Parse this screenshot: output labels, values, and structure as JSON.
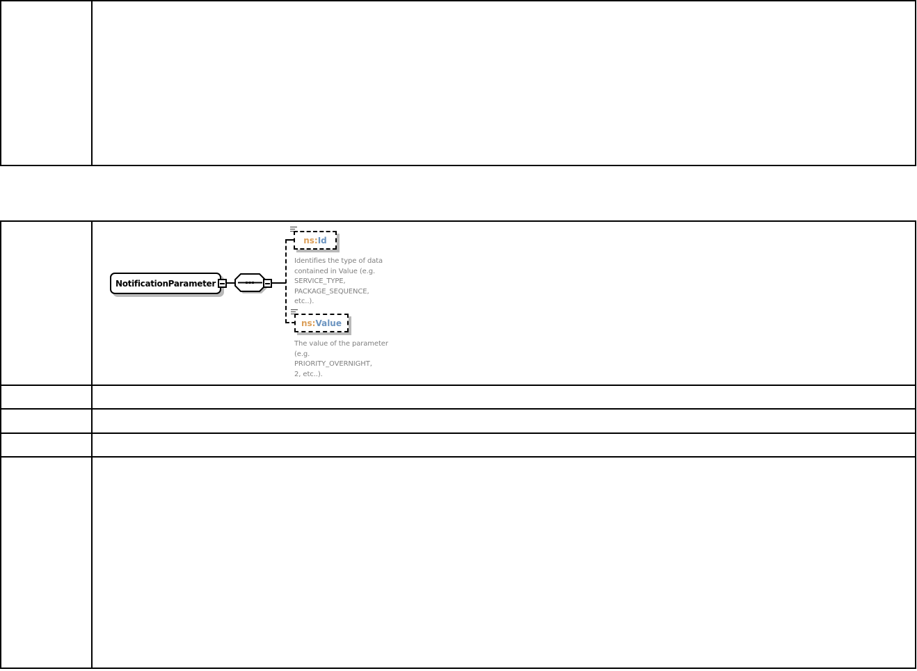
{
  "diagram": {
    "root_element": {
      "label": "NotificationParameter"
    },
    "connector": {
      "kind": "sequence",
      "symbol": "•••"
    },
    "children": [
      {
        "prefix": "ns:",
        "name": "Id",
        "optional": true,
        "doc": "Identifies the type of data\ncontained in Value (e.g.\nSERVICE_TYPE,\nPACKAGE_SEQUENCE,\netc..)."
      },
      {
        "prefix": "ns:",
        "name": "Value",
        "optional": true,
        "doc": "The value of the parameter\n(e.g.\nPRIORITY_OVERNIGHT,\n2, etc..)."
      }
    ],
    "icons": {
      "collapse_handle": "−",
      "sequence_indicator": "•••",
      "type_indicator": "≡"
    },
    "colors": {
      "prefix_text": "#DB9E58",
      "name_text": "#6B94C0",
      "doc_text": "#7F7F7F",
      "box_shadow": "#B9B9B9",
      "line": "#000000",
      "background": "#FFFFFF"
    }
  }
}
